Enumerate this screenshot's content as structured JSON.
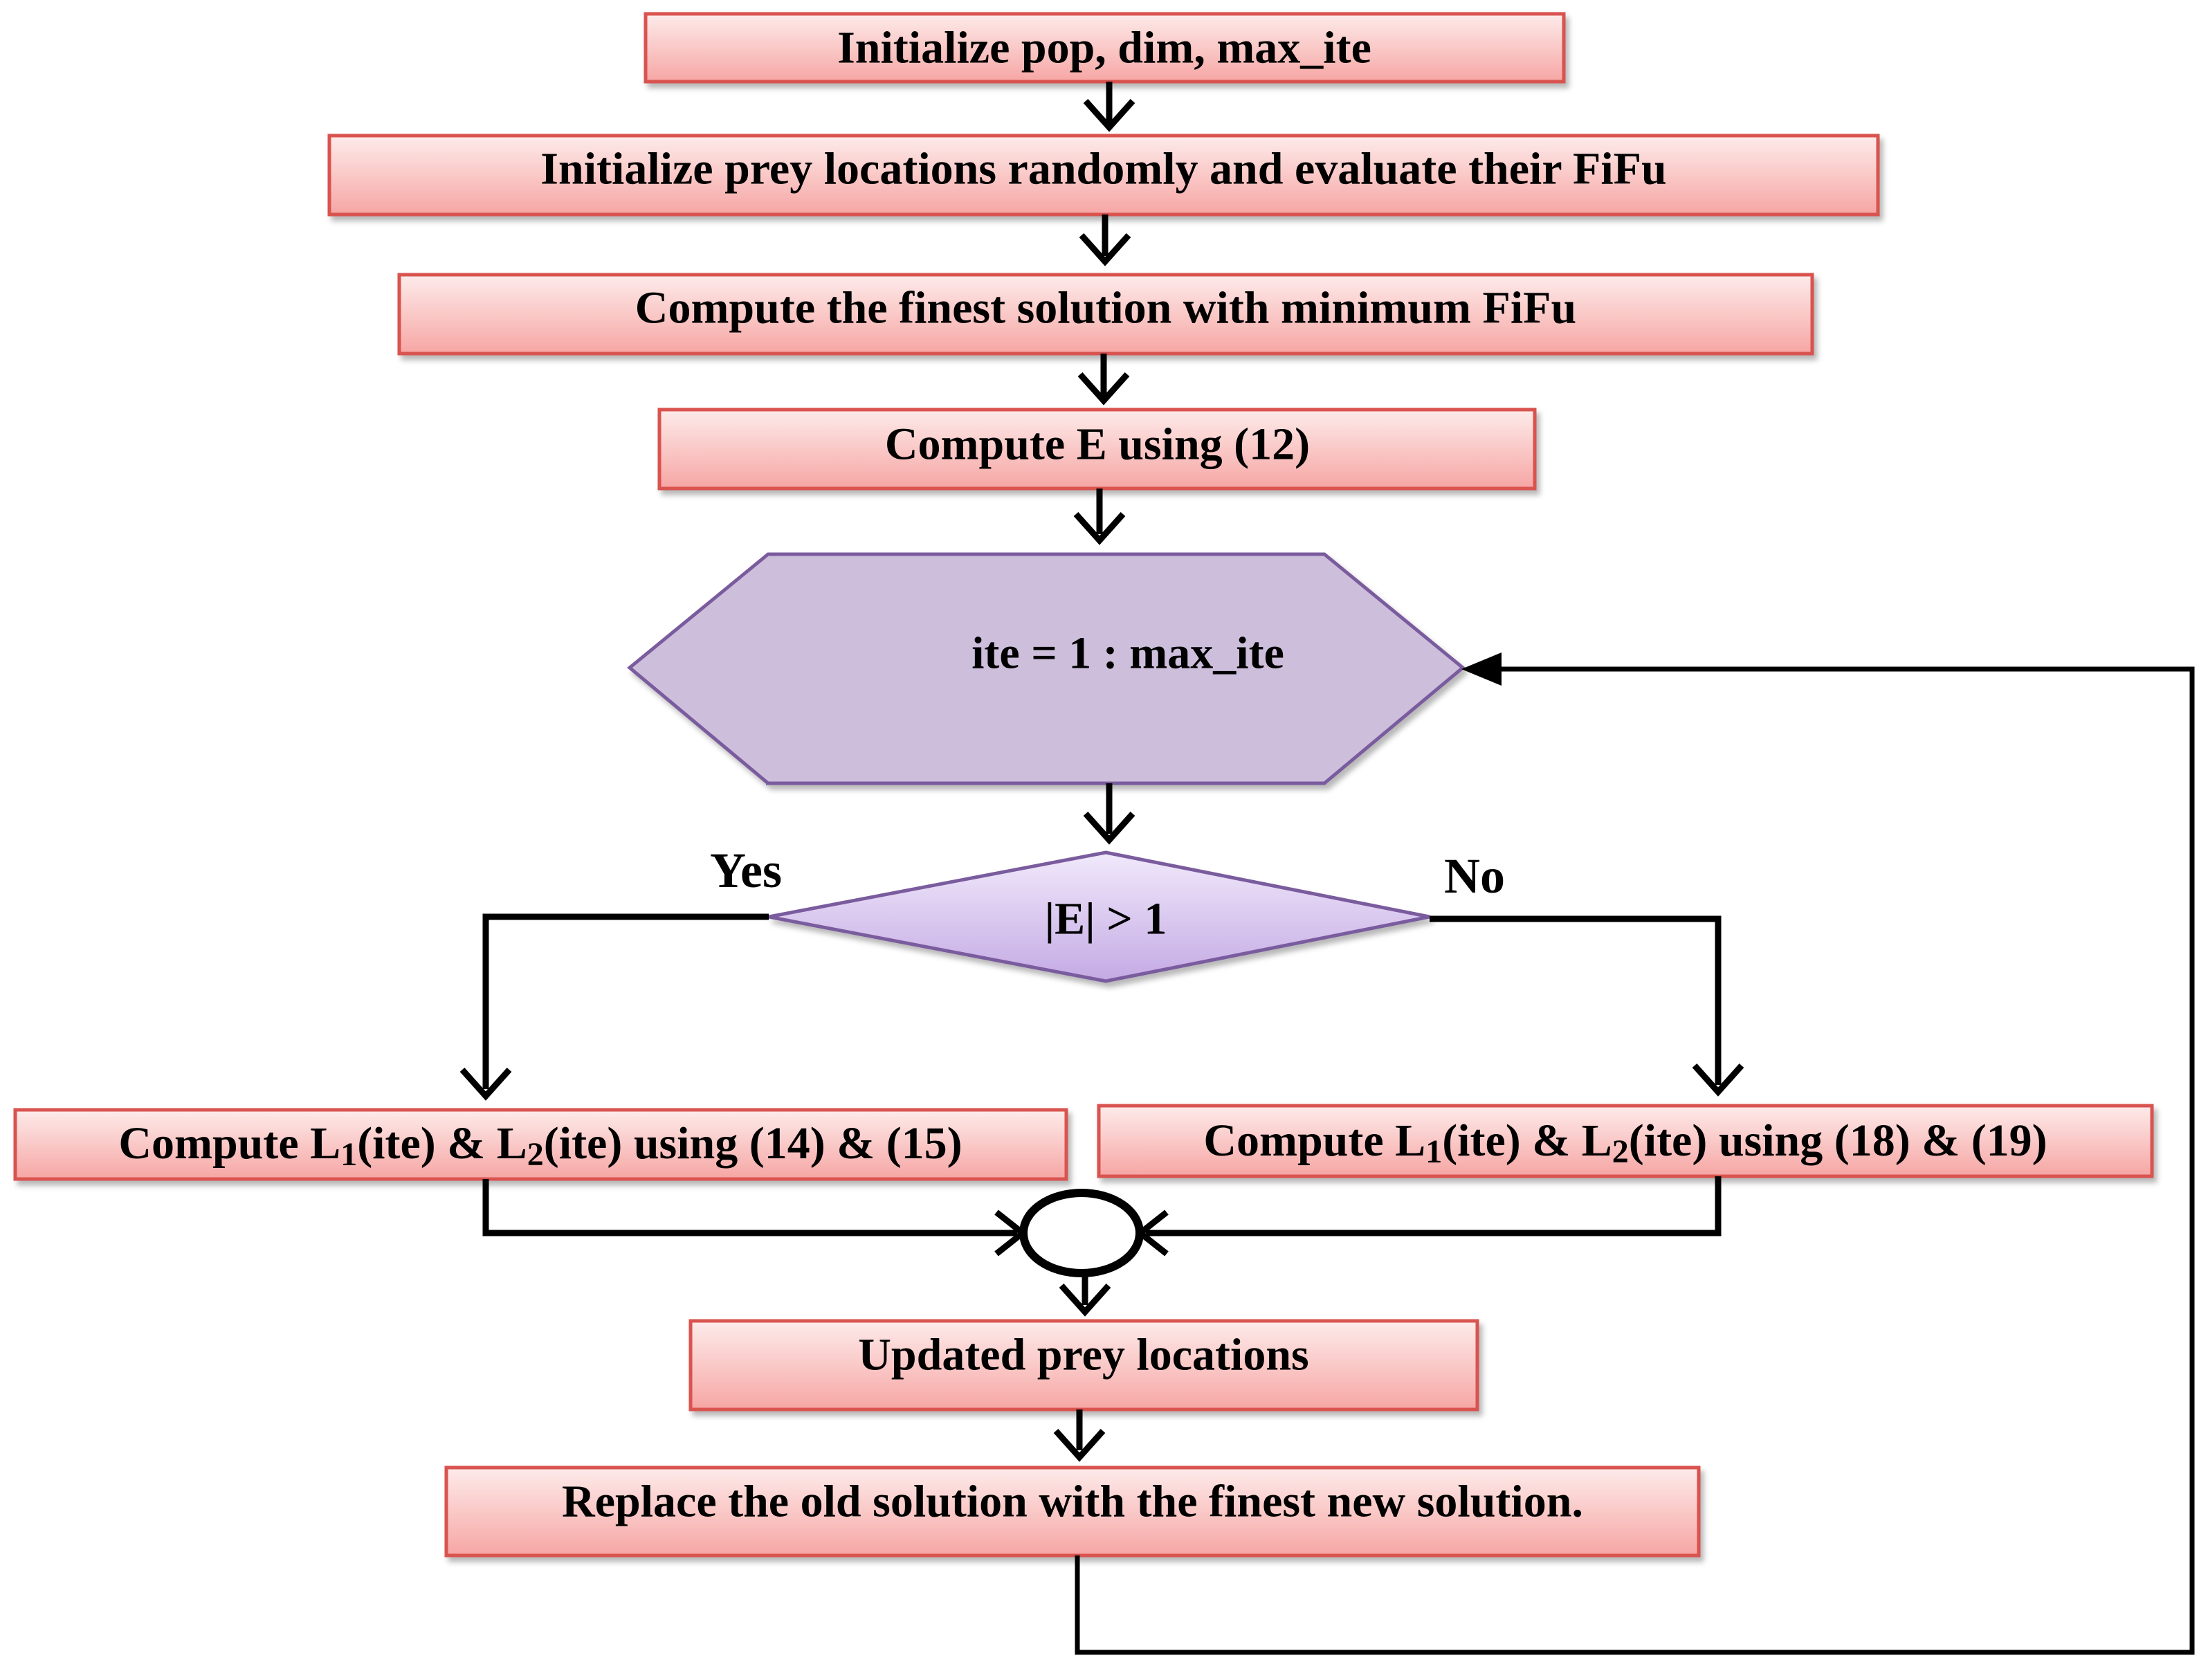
{
  "steps": {
    "init_params": "Initialize pop, dim, max_ite",
    "init_prey": "Initialize prey locations randomly and evaluate their FiFu",
    "compute_finest": "Compute the finest solution with minimum FiFu",
    "compute_e": "Compute E using (12)",
    "loop": "ite = 1 : max_ite",
    "decision": "|E| > 1",
    "branch_yes": "Yes",
    "branch_no": "No",
    "left_box": {
      "pre": "Compute L",
      "sub1": "1",
      "mid": "(ite) & L",
      "sub2": "2",
      "post": "(ite) using (14) & (15)"
    },
    "right_box": {
      "pre": "Compute L",
      "sub1": "1",
      "mid": "(ite) & L",
      "sub2": "2",
      "post": "(ite) using (18) & (19)"
    },
    "updated": "Updated prey locations",
    "replace": "Replace the old solution with the finest new solution."
  },
  "colors": {
    "box_fill_top": "#fdebea",
    "box_fill_bottom": "#f6a6a4",
    "box_stroke": "#d9534f",
    "hex_fill": "#cdbfdc",
    "hex_stroke": "#7a5c9e",
    "diamond_fill_top": "#ece2f8",
    "diamond_fill_bottom": "#c7aee6",
    "line": "#000000"
  }
}
